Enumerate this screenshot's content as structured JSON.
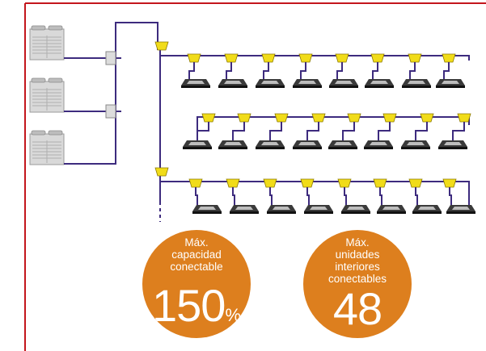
{
  "colors": {
    "frame": "#c3161c",
    "pipe": "#3d2b7e",
    "valve": "#f1dc19",
    "valve_outline": "#8c7a00",
    "badge": "#dd7f1e",
    "outdoor_unit": "#d9d9d9",
    "indoor_unit": "#3a3a3a"
  },
  "icons": {
    "outdoor_unit": "outdoor-unit-icon",
    "indoor_unit": "cassette-unit-icon",
    "branch_valve": "branch-valve-icon",
    "header": "branch-header-icon"
  },
  "diagram": {
    "outdoor_units": 3,
    "rows": [
      {
        "indoor_units": 8
      },
      {
        "indoor_units": 8
      },
      {
        "indoor_units": 8
      }
    ],
    "continuation": "dashed"
  },
  "badges": {
    "capacity": {
      "label": "Máx.\ncapacidad\nconectable",
      "value": "150",
      "unit": "%"
    },
    "units": {
      "label": "Máx.\nunidades\ninteriores\nconectables",
      "value": "48"
    }
  }
}
